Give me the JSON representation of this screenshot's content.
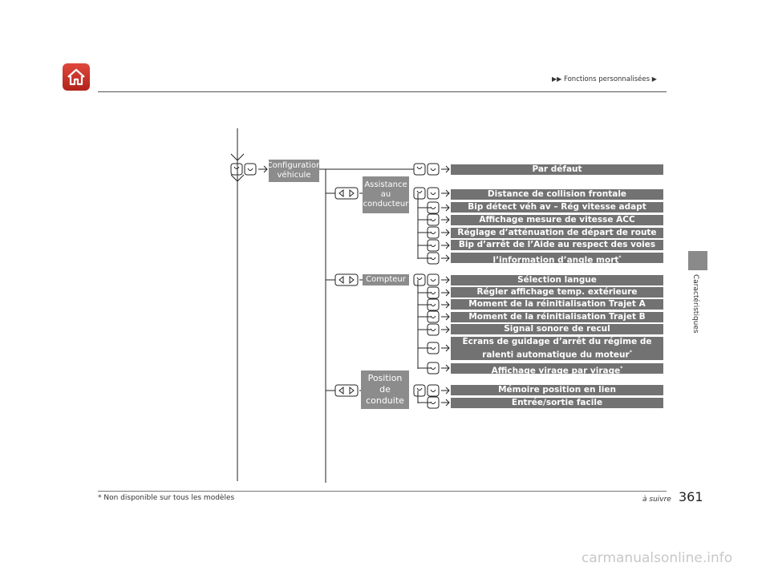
{
  "header": {
    "breadcrumb": "Fonctions personnalisées"
  },
  "side_tab": {
    "label": "Caractéristiques"
  },
  "tree": {
    "root": "Configuration véhicule",
    "root_lines": [
      "Configuration",
      "véhicule"
    ],
    "top_item": "Par défaut",
    "groups": [
      {
        "label_lines": [
          "Assistance",
          "au",
          "conducteur"
        ],
        "items": [
          "Distance de collision frontale",
          "Bip détect véh av – Rég vitesse adapt",
          "Affichage mesure de vitesse ACC",
          "Réglage d’atténuation de départ de route",
          "Bip d’arrêt de l’Aide au respect des voies",
          "l’information d’angle mort"
        ]
      },
      {
        "label_lines": [
          "Compteur"
        ],
        "items": [
          "Sélection langue",
          "Régler affichage temp. extérieure",
          "Moment de la réinitialisation Trajet A",
          "Moment de la réinitialisation Trajet B",
          "Signal sonore de recul",
          "Écrans de guidage d’arrêt du régime de ralenti automatique du moteur",
          "Affichage virage par virage"
        ],
        "item7_lines": [
          "Écrans de guidage d’arrêt du régime de",
          "ralenti automatique du moteur"
        ]
      },
      {
        "label_lines": [
          "Position",
          "de",
          "conduite"
        ],
        "items": [
          "Mémoire position en lien",
          "Entrée/sortie facile"
        ]
      }
    ],
    "asterisk": "*"
  },
  "footer": {
    "footnote": "* Non disponible sur tous les modèles",
    "continued": "à suivre",
    "page_number": "361",
    "watermark": "carmanualsonline.info"
  },
  "colors": {
    "home_red": "#c9302a",
    "label_gray": "#8c8c8c",
    "bar_gray": "#727272"
  }
}
